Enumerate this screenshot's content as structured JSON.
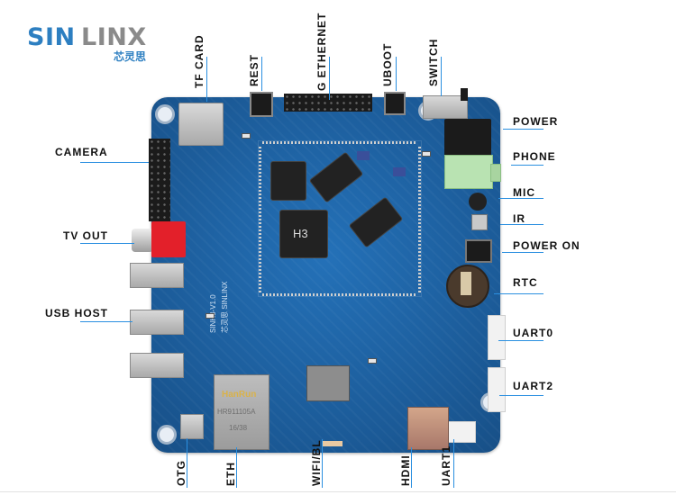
{
  "brand": {
    "name_part1": "SIN",
    "name_part2": "LINX",
    "chinese_name": "芯灵思",
    "primary_color": "#2d7fc1",
    "secondary_color": "#8a8a8a"
  },
  "board": {
    "soc_label": "H3",
    "silkscreen_model": "SINH3-V1.0",
    "silkscreen_brand": "芯灵思 SINLINX",
    "ethernet_jack_text": [
      "HanRun",
      "HR911105A",
      "16/38"
    ],
    "pcb_color": "#1d5f9e"
  },
  "labels": {
    "top": [
      "TF CARD",
      "REST",
      "G ETHERNET",
      "UBOOT",
      "SWITCH"
    ],
    "left": [
      "CAMERA",
      "TV OUT",
      "USB HOST"
    ],
    "right": [
      "POWER",
      "PHONE",
      "MIC",
      "IR",
      "POWER ON",
      "RTC",
      "UART0",
      "UART2"
    ],
    "bottom": [
      "OTG",
      "ETH",
      "WIFI/BL",
      "HDMI",
      "UART1"
    ],
    "leader_color": "#2a8fe0"
  }
}
